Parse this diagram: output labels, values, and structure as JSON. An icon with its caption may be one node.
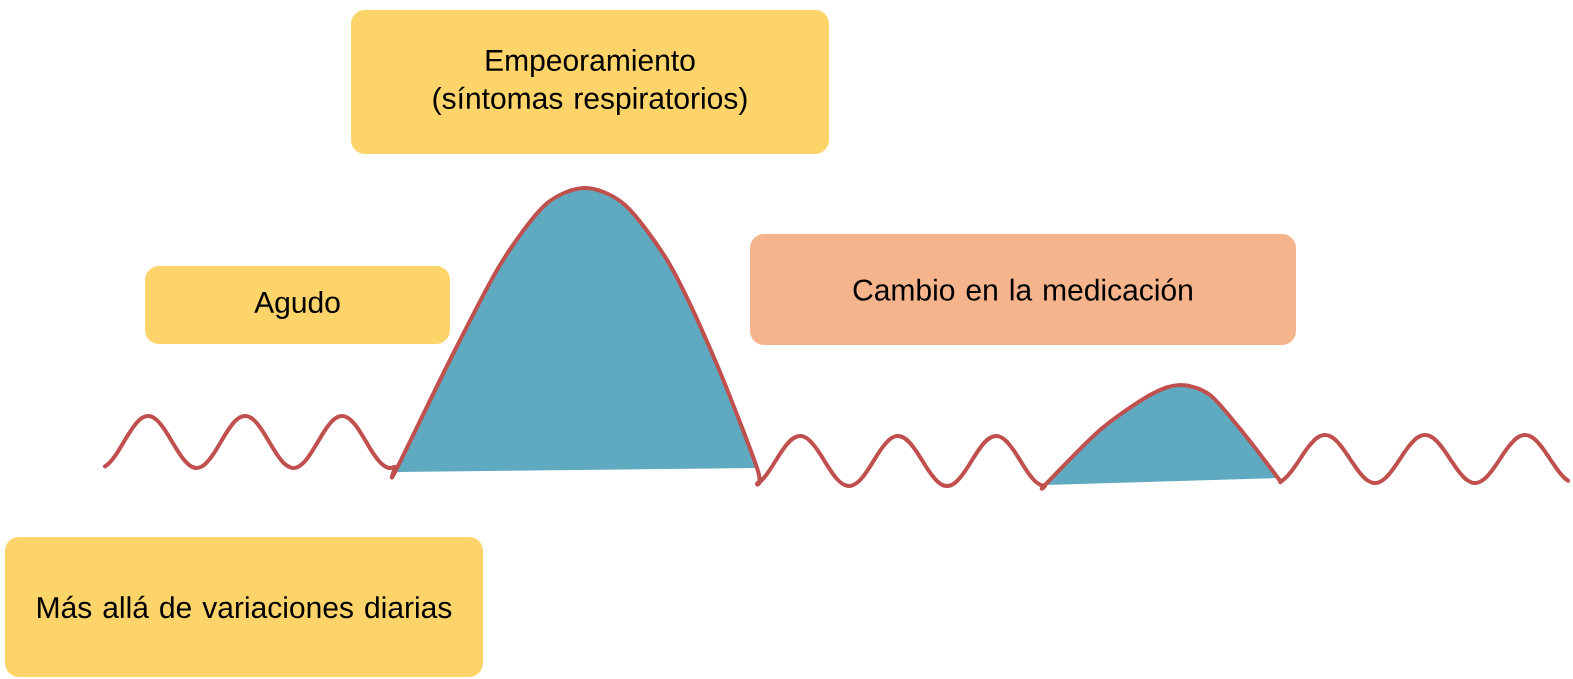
{
  "diagram": {
    "nodes": [
      {
        "text": [
          "Empeoramiento (síntomas respiratorios)"
        ]
      },
      {
        "text": [
          "Agudo"
        ]
      },
      {
        "text": [
          "Cambio en la medicación"
        ]
      },
      {
        "text": [
          "Más allá de variaciones diarias"
        ]
      }
    ]
  }
}
